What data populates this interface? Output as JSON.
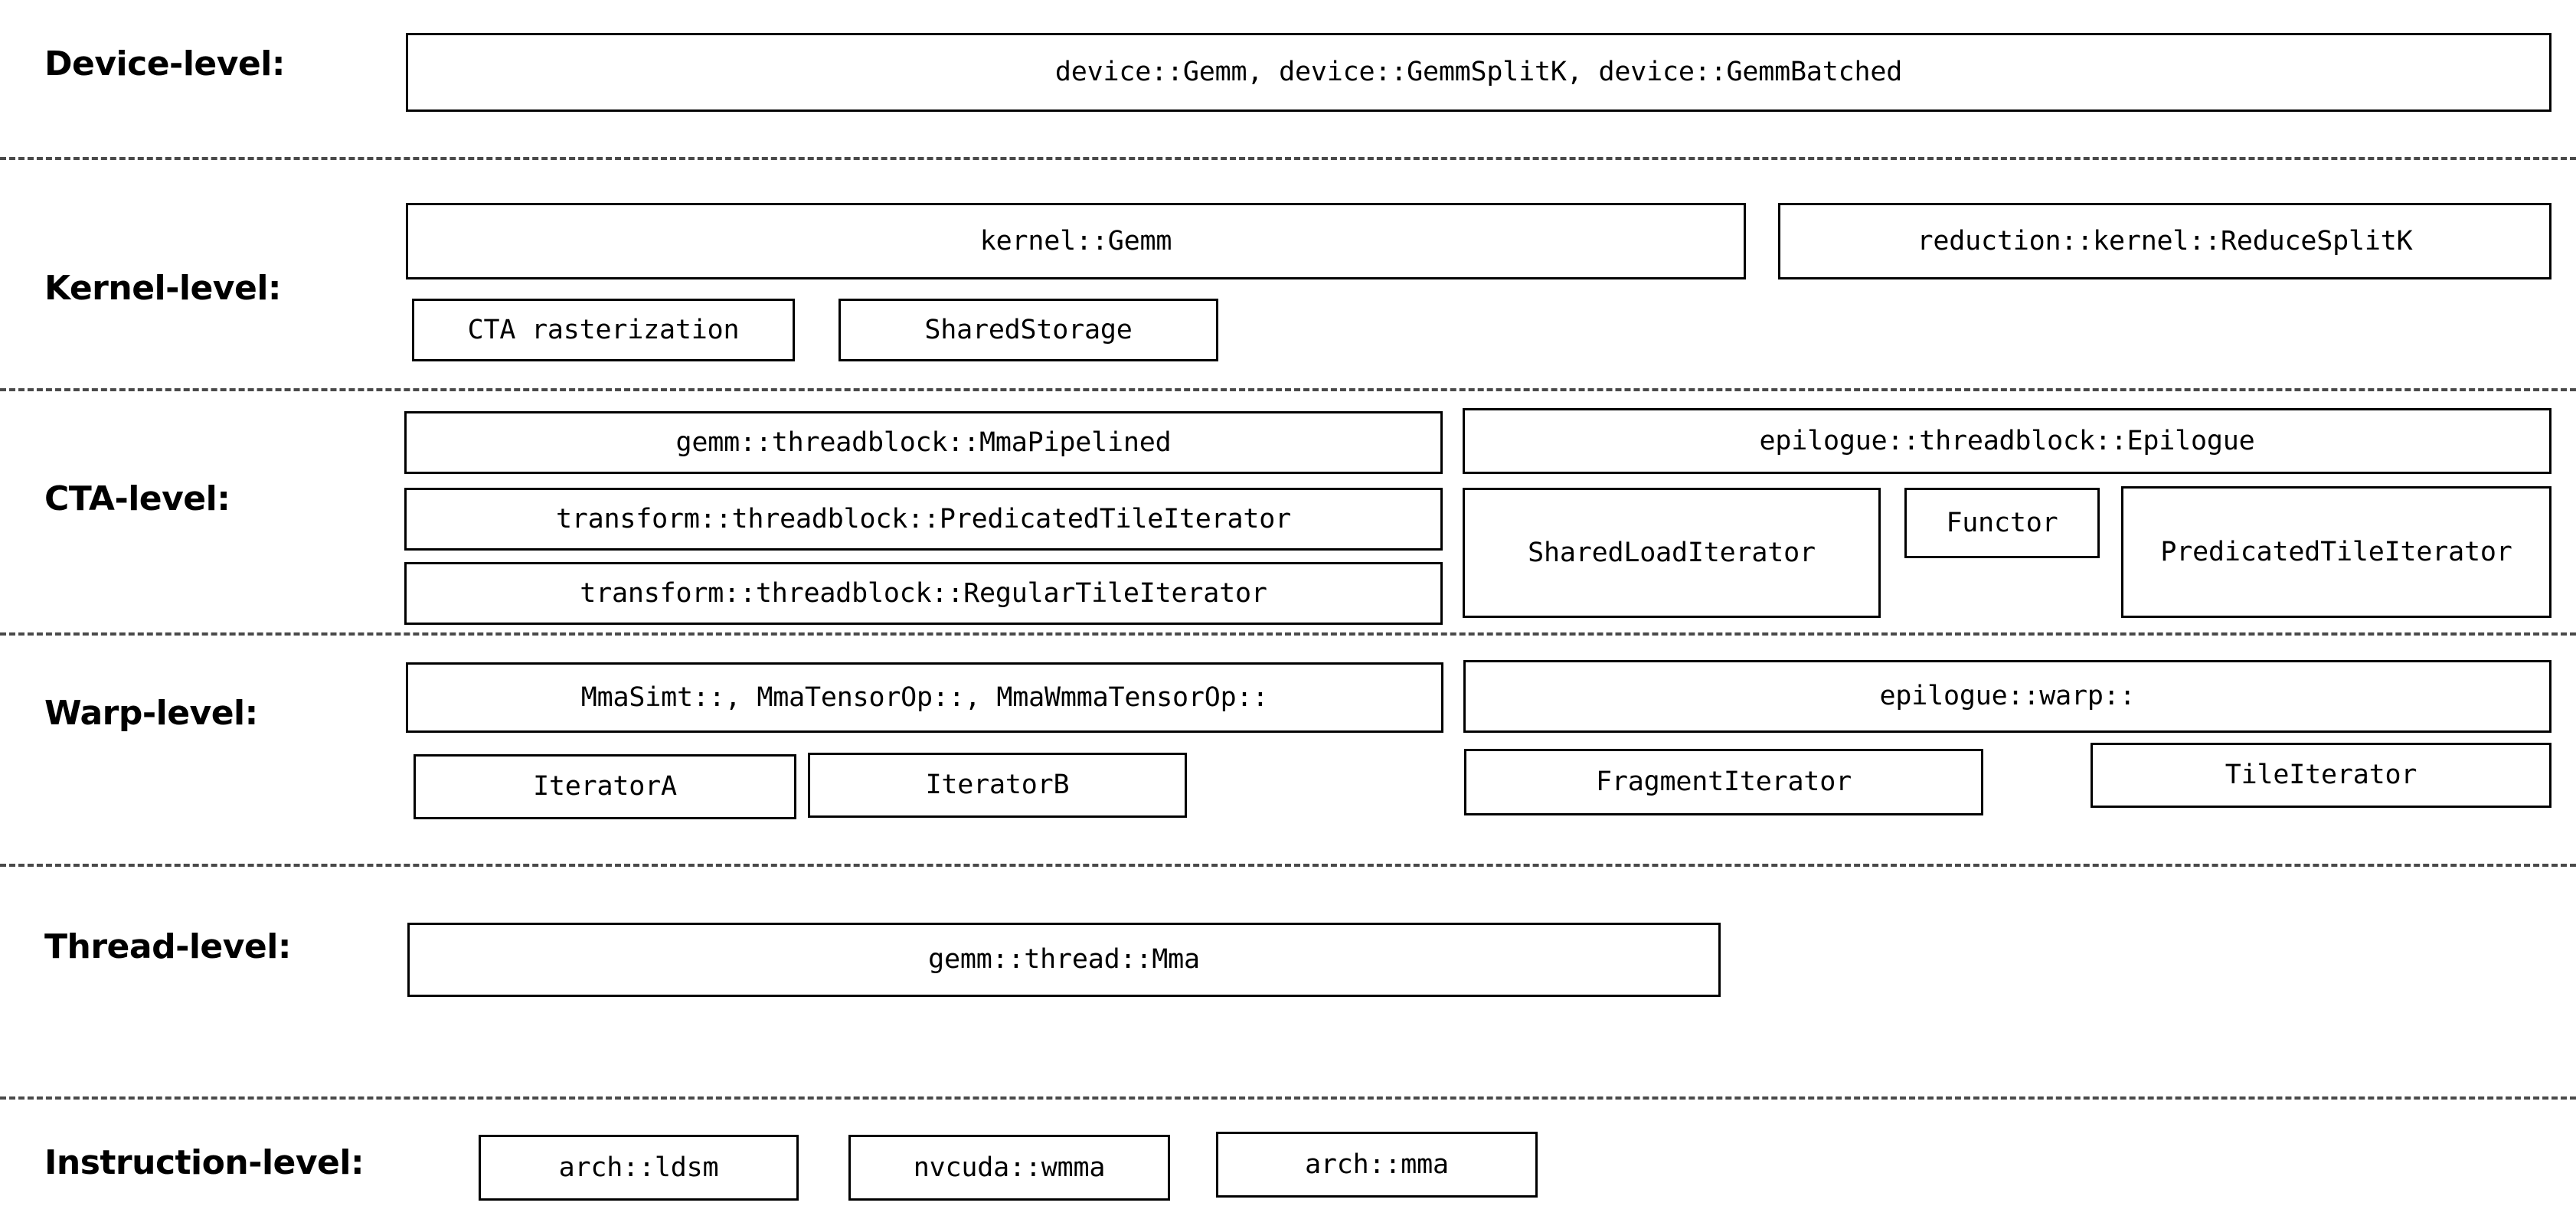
{
  "diagram": {
    "title": "CUTLASS GEMM template hierarchy by level",
    "levels": [
      {
        "id": "device",
        "label": "Device-level:",
        "boxes": [
          {
            "name": "device-gemm-box",
            "text": "device::Gemm, device::GemmSplitK, device::GemmBatched"
          }
        ]
      },
      {
        "id": "kernel",
        "label": "Kernel-level:",
        "boxes": [
          {
            "name": "kernel-gemm-box",
            "text": "kernel::Gemm"
          },
          {
            "name": "reduction-reducesplitk-box",
            "text": "reduction::kernel::ReduceSplitK"
          },
          {
            "name": "cta-rasterization-box",
            "text": "CTA rasterization"
          },
          {
            "name": "sharedstorage-box",
            "text": "SharedStorage"
          }
        ]
      },
      {
        "id": "cta",
        "label": "CTA-level:",
        "boxes": [
          {
            "name": "gemm-threadblock-mmapipelined-box",
            "text": "gemm::threadblock::MmaPipelined"
          },
          {
            "name": "epilogue-threadblock-epilogue-box",
            "text": "epilogue::threadblock::Epilogue"
          },
          {
            "name": "transform-threadblock-predicatedtileiterator-box",
            "text": "transform::threadblock::PredicatedTileIterator"
          },
          {
            "name": "sharedloaditerator-box",
            "text": "SharedLoadIterator"
          },
          {
            "name": "functor-box",
            "text": "Functor"
          },
          {
            "name": "predicatedtileiterator-box",
            "text": "PredicatedTileIterator"
          },
          {
            "name": "transform-threadblock-regulartileiterator-box",
            "text": "transform::threadblock::RegularTileIterator"
          }
        ]
      },
      {
        "id": "warp",
        "label": "Warp-level:",
        "boxes": [
          {
            "name": "mma-warp-ops-box",
            "text": "MmaSimt::, MmaTensorOp::, MmaWmmaTensorOp::"
          },
          {
            "name": "epilogue-warp-box",
            "text": "epilogue::warp::"
          },
          {
            "name": "iterator-a-box",
            "text": "IteratorA"
          },
          {
            "name": "iterator-b-box",
            "text": "IteratorB"
          },
          {
            "name": "fragmentiterator-box",
            "text": "FragmentIterator"
          },
          {
            "name": "tileiterator-box",
            "text": "TileIterator"
          }
        ]
      },
      {
        "id": "thread",
        "label": "Thread-level:",
        "boxes": [
          {
            "name": "gemm-thread-mma-box",
            "text": "gemm::thread::Mma"
          }
        ]
      },
      {
        "id": "instruction",
        "label": "Instruction-level:",
        "boxes": [
          {
            "name": "arch-ldsm-box",
            "text": "arch::ldsm"
          },
          {
            "name": "nvcuda-wmma-box",
            "text": "nvcuda::wmma"
          },
          {
            "name": "arch-mma-box",
            "text": "arch::mma"
          }
        ]
      }
    ],
    "colors": {
      "box_border": "#000000",
      "text": "#000000",
      "separator": "#4a4a4a",
      "background": "#ffffff"
    }
  }
}
